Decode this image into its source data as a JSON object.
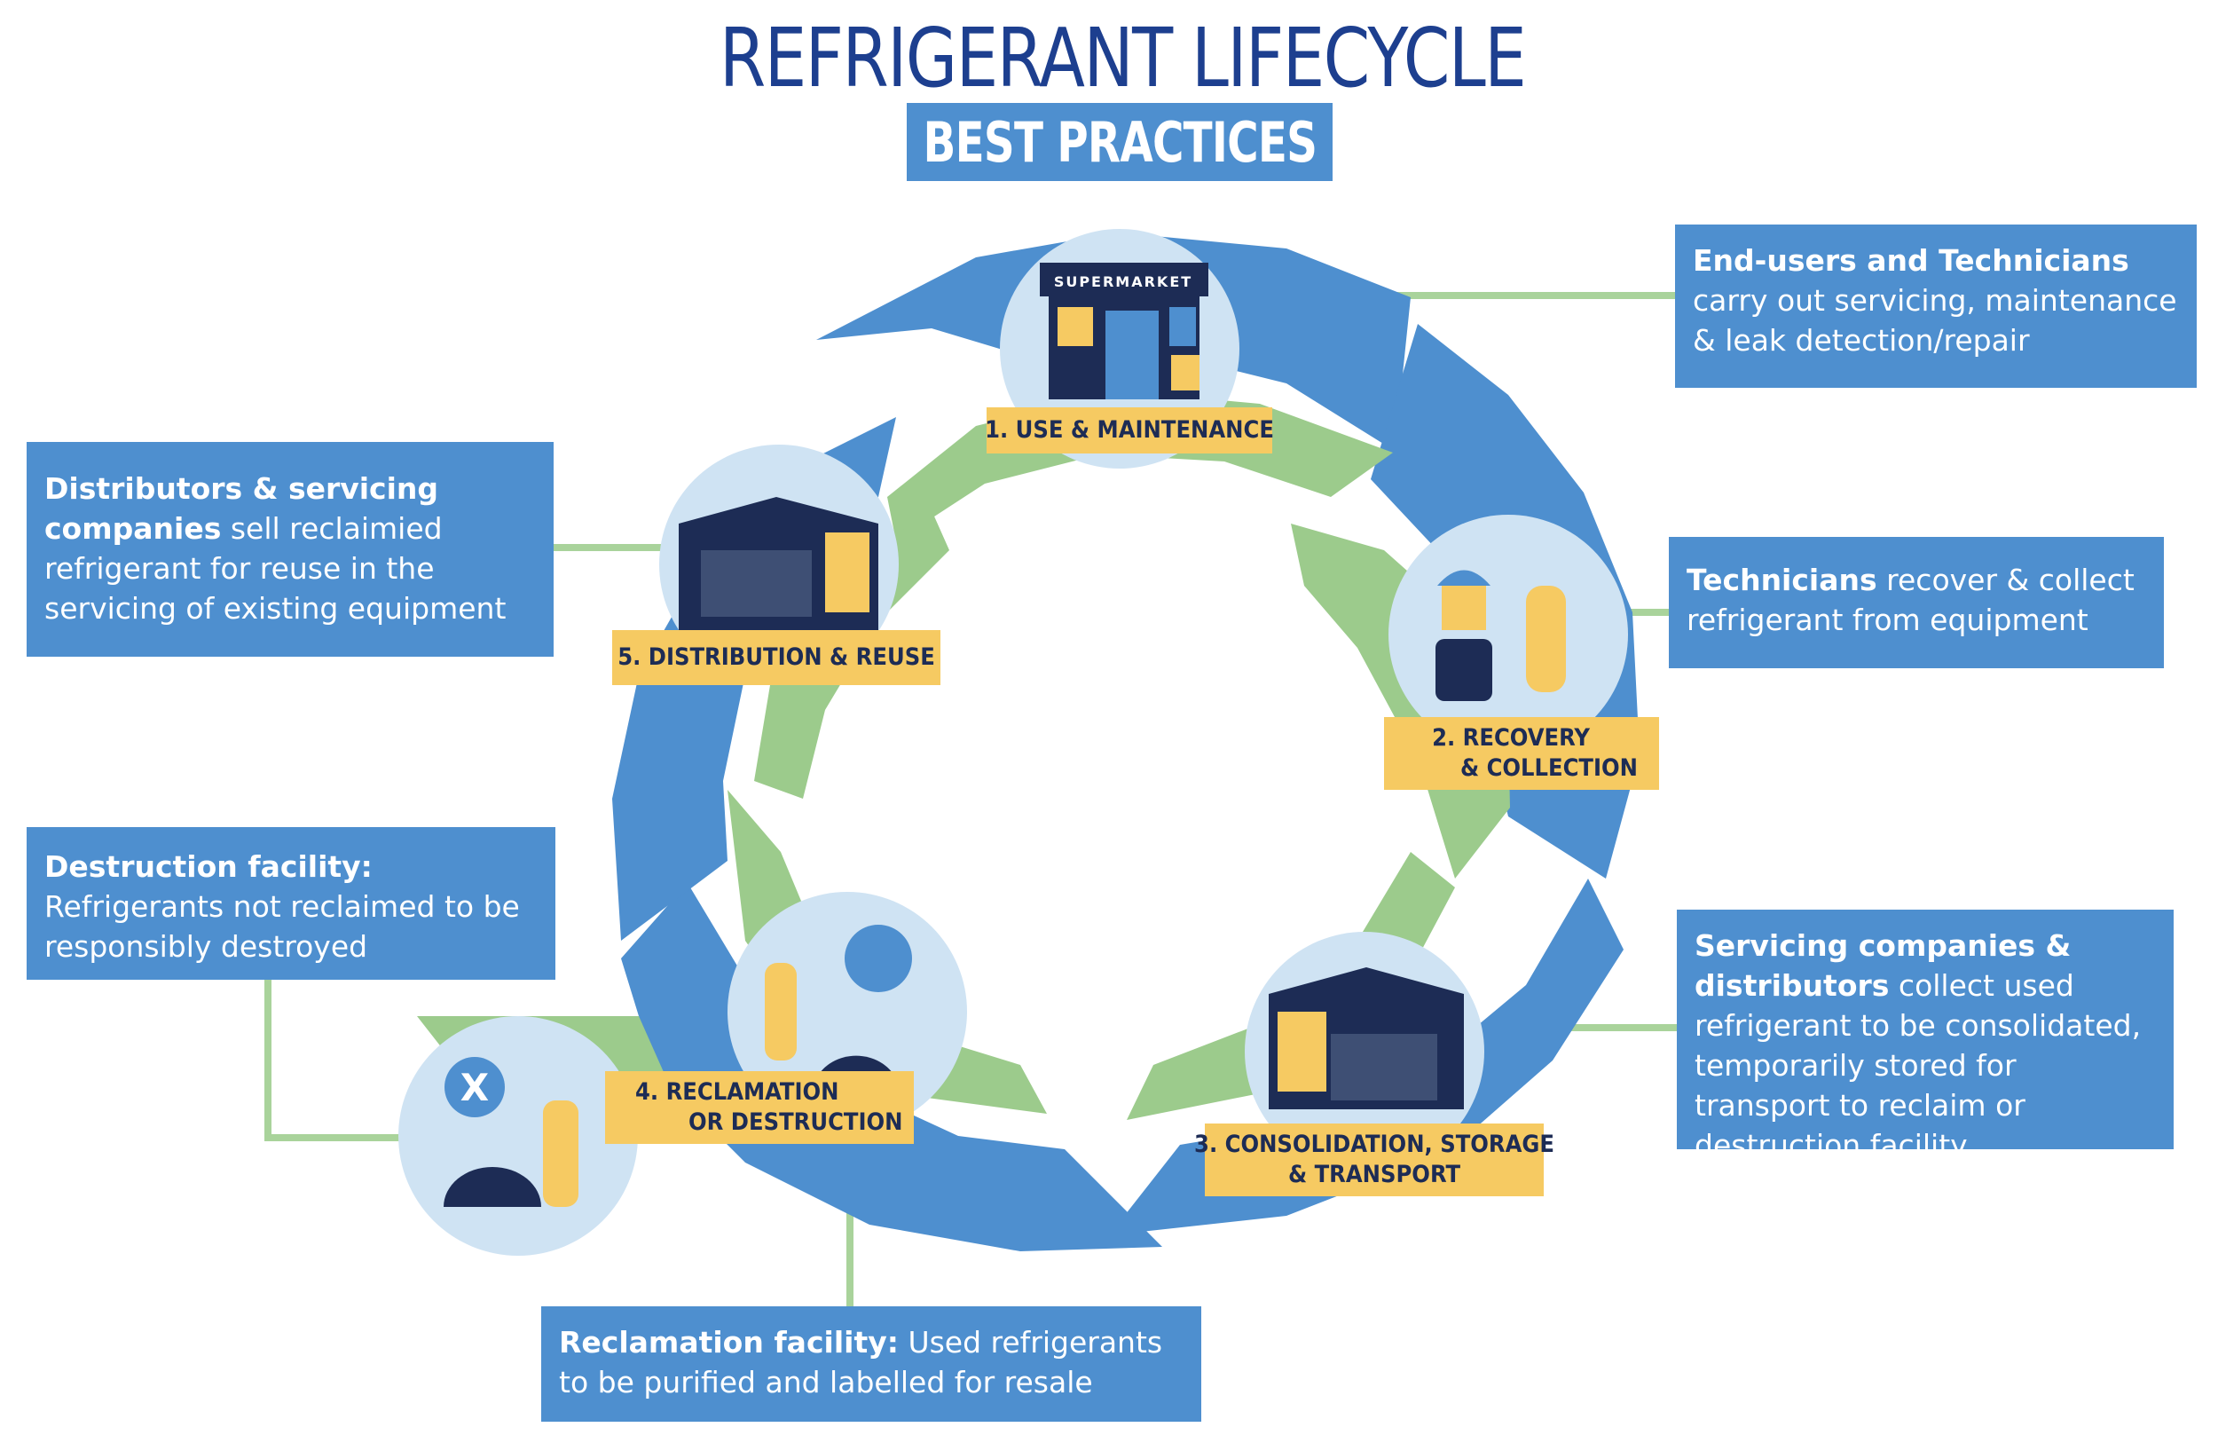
{
  "header": {
    "title": "REFRIGERANT LIFECYCLE",
    "subtitle": "BEST PRACTICES"
  },
  "stages": [
    {
      "id": "use",
      "line1": "1. USE & MAINTENANCE",
      "line2": ""
    },
    {
      "id": "recovery",
      "line1": "2. RECOVERY",
      "line2": "& COLLECTION"
    },
    {
      "id": "consolidation",
      "line1": "3. CONSOLIDATION, STORAGE",
      "line2": "& TRANSPORT"
    },
    {
      "id": "reclamation",
      "line1": "4. RECLAMATION",
      "line2": "OR DESTRUCTION"
    },
    {
      "id": "distribution",
      "line1": "5. DISTRIBUTION & REUSE",
      "line2": ""
    }
  ],
  "store_sign": "SUPERMARKET",
  "destroy_mark": "X",
  "infoboxes": {
    "end_users": {
      "bold": "End-users and Technicians",
      "text": "carry out servicing, maintenance & leak detection/repair"
    },
    "technicians": {
      "bold": "Technicians",
      "text": "recover & collect refrigerant from equipment"
    },
    "servicing": {
      "bold": "Servicing companies & distributors",
      "text": "collect used refrigerant to be consolidated, temporarily stored for transport to reclaim or destruction facility"
    },
    "reclamation": {
      "bold": "Reclamation facility:",
      "text": "Used refrigerants to be purified and labelled for resale"
    },
    "destruction": {
      "bold": "Destruction facility:",
      "text": "Refrigerants not reclaimed to be responsibly destroyed"
    },
    "distributors": {
      "bold": "Distributors & servicing companies",
      "text": "sell reclaimied refrigerant for reuse in the servicing of existing equipment"
    }
  },
  "colors": {
    "title": "#1d3f8f",
    "blue": "#4e8fcf",
    "green": "#9ccb8c",
    "yellow": "#f6ca62",
    "navy": "#1d2c55",
    "circle": "#cfe3f3",
    "connector": "#a9d39b"
  }
}
